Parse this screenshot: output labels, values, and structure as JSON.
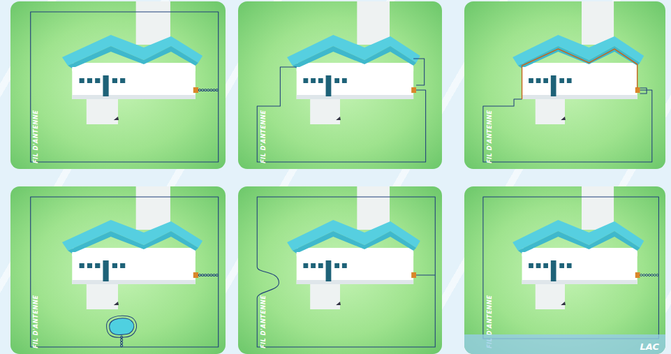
{
  "diagram": {
    "nodes": [
      {
        "text": [
          "FIL D'ANTENNE"
        ]
      },
      {
        "text": [
          "FIL D'ANTENNE"
        ]
      },
      {
        "text": [
          "FIL D'ANTENNE"
        ]
      },
      {
        "text": [
          "FIL D'ANTENNE"
        ]
      },
      {
        "text": [
          "FIL D'ANTENNE"
        ]
      },
      {
        "text": [
          "FIL D'ANTENNE"
        ]
      },
      {
        "text": [
          "LAC"
        ],
        "in": 5
      }
    ]
  }
}
